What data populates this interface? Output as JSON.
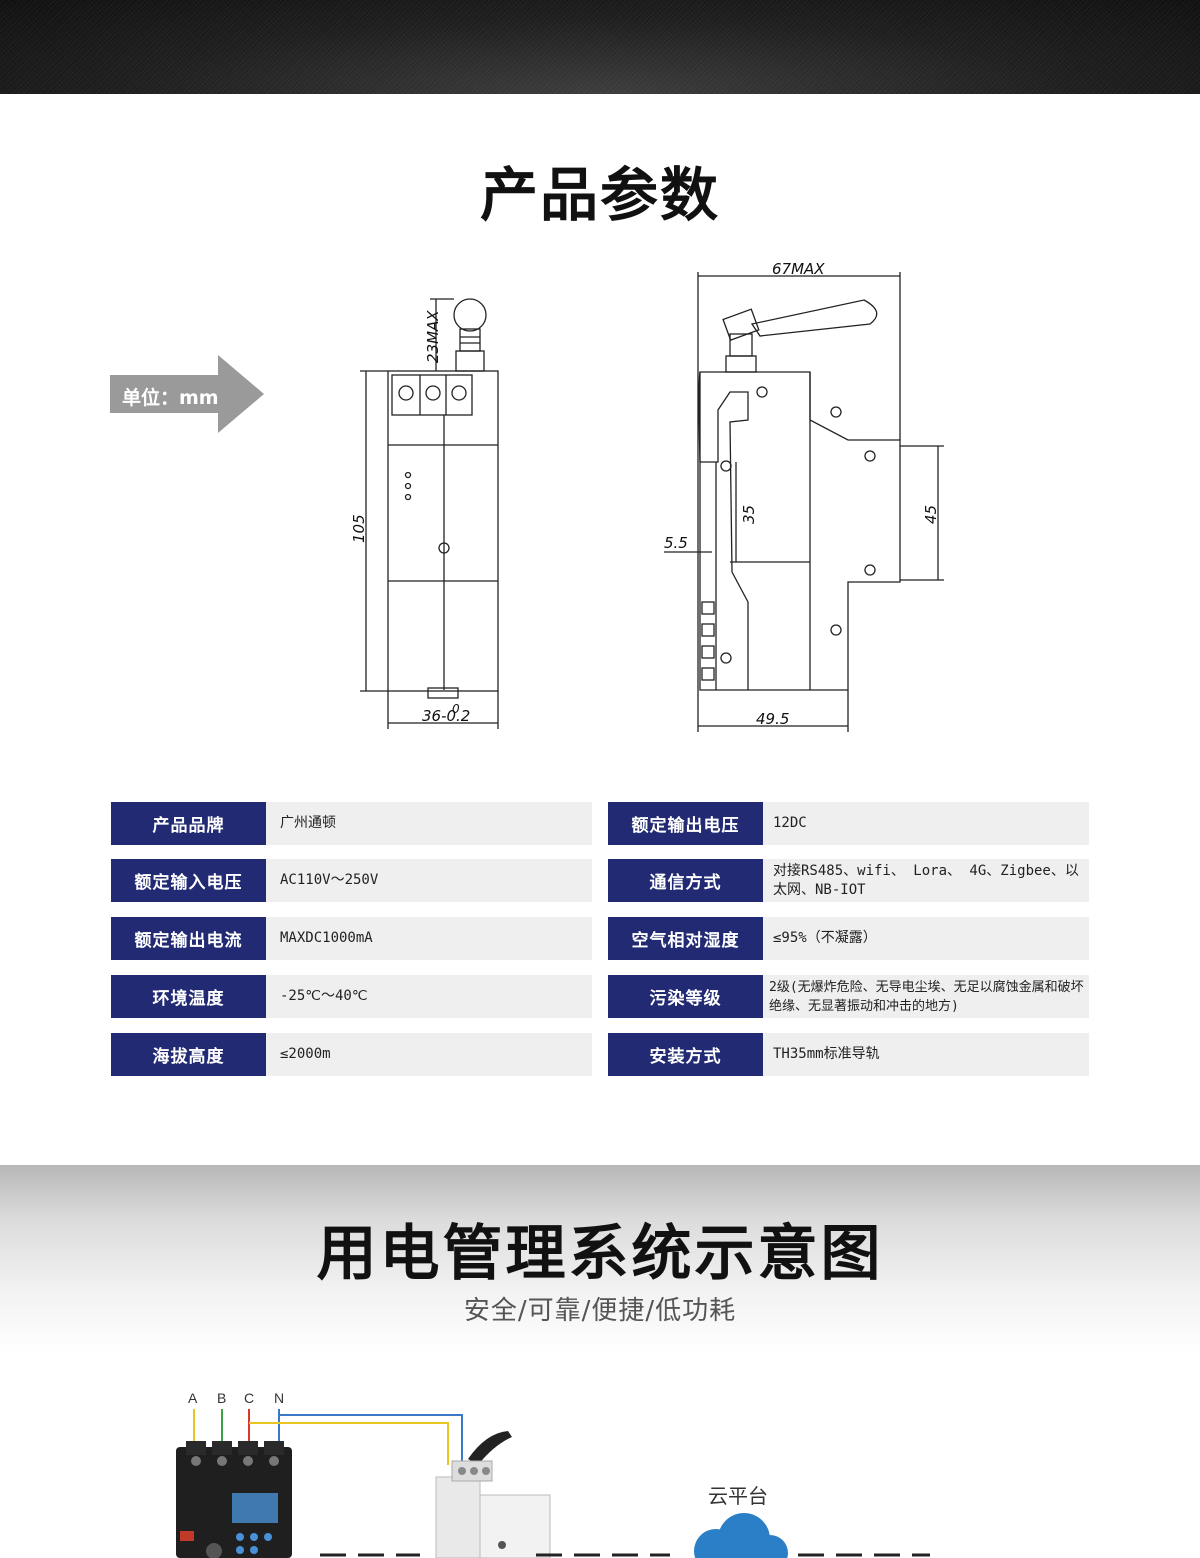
{
  "params_section": {
    "title": "产品参数",
    "unit_label": "单位：mm"
  },
  "drawing": {
    "front_height": "105",
    "antenna_height": "23MAX",
    "front_width": "36-0.2",
    "front_width_sup": "0",
    "side_total_width": "67MAX",
    "side_base_width": "49.5",
    "side_depth_35": "35",
    "side_depth_45": "45",
    "side_offset": "5.5"
  },
  "specs": [
    {
      "key": "产品品牌",
      "value": "广州通顿"
    },
    {
      "key": "额定输出电压",
      "value": "12DC"
    },
    {
      "key": "额定输入电压",
      "value": "AC110V～250V"
    },
    {
      "key": "通信方式",
      "value": "对接RS485、wifi、 Lora、 4G、Zigbee、以太网、NB-IOT"
    },
    {
      "key": "额定输出电流",
      "value": "MAXDC1000mA"
    },
    {
      "key": "空气相对湿度",
      "value": "≤95%（不凝露）"
    },
    {
      "key": "环境温度",
      "value": "-25℃～40℃"
    },
    {
      "key": "污染等级",
      "value": "2级(无爆炸危险、无导电尘埃、无足以腐蚀金属和破坏绝缘、无显著振动和冲击的地方)"
    },
    {
      "key": "海拔高度",
      "value": "≤2000m"
    },
    {
      "key": "安装方式",
      "value": "TH35mm标准导轨"
    }
  ],
  "system_section": {
    "title": "用电管理系统示意图",
    "subtitle": "安全/可靠/便捷/低功耗",
    "phases": [
      "A",
      "B",
      "C",
      "N"
    ],
    "cloud_label": "云平台"
  },
  "colors": {
    "spec_key_bg": "#212a73",
    "spec_val_bg": "#efefef",
    "arrow_grey": "#999999",
    "wire_a": "#e8c520",
    "wire_b": "#3aa345",
    "wire_c": "#d8382f",
    "wire_n": "#3a78c9"
  }
}
